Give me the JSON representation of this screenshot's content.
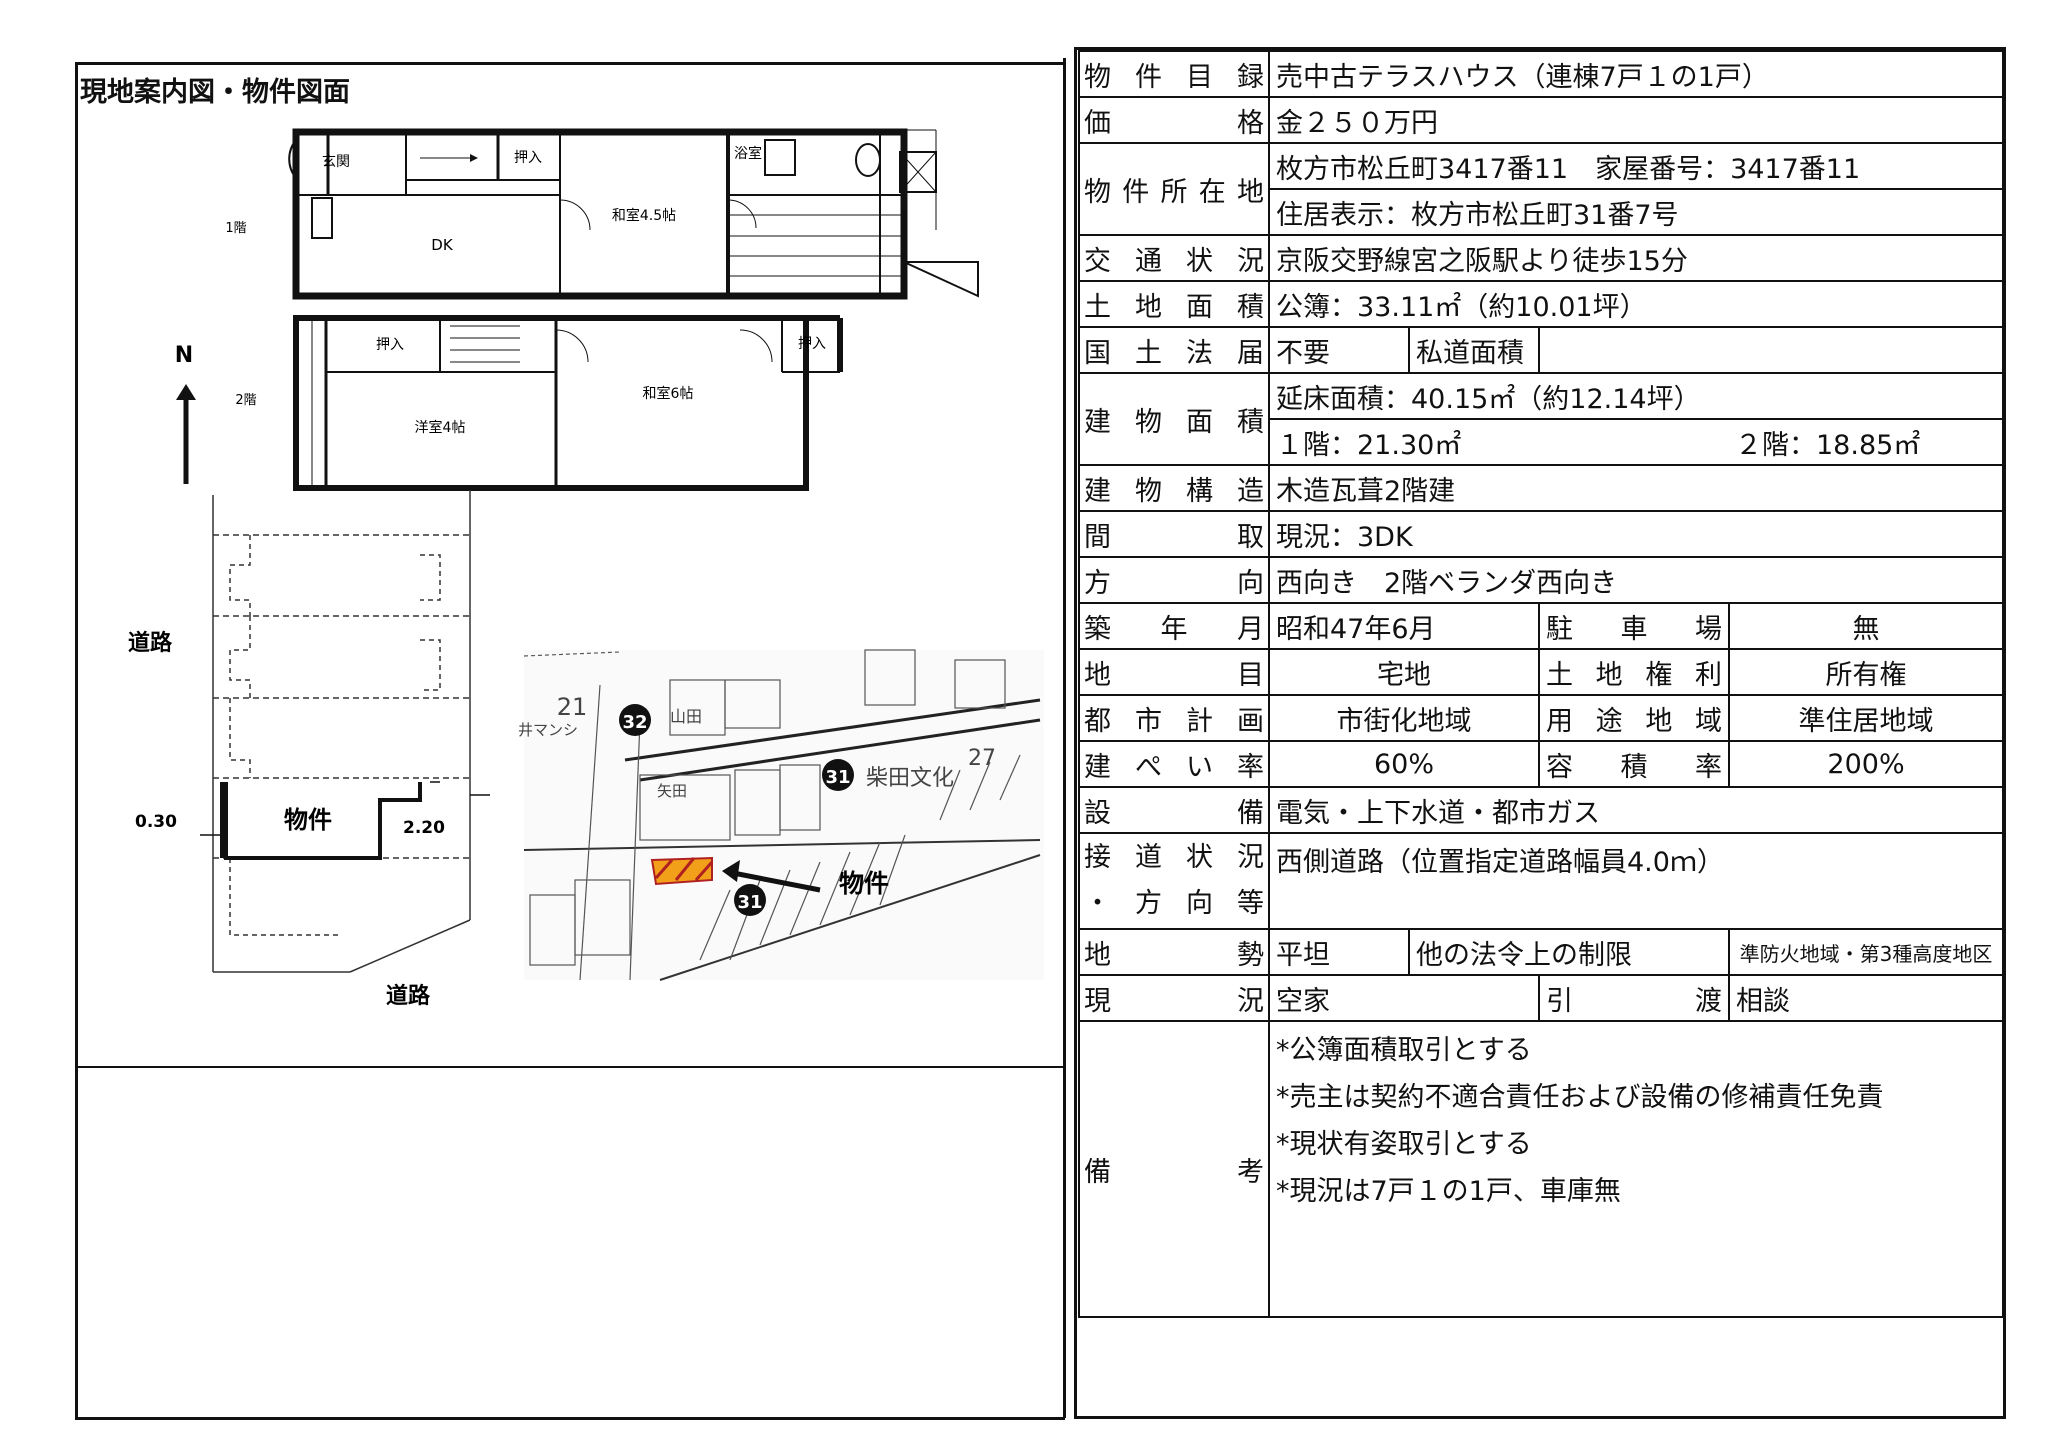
{
  "left": {
    "title": "現地案内図・物件図面",
    "plan": {
      "floor1": "1階",
      "floor2": "2階",
      "genkan": "玄関",
      "oshiire": "押入",
      "washitsu45": "和室4.5帖",
      "yokushitsu": "浴室",
      "dk": "DK",
      "youshitsu4": "洋室4帖",
      "washitsu6": "和室6帖",
      "north": "N"
    },
    "site": {
      "road_west": "道路",
      "road_south": "道路",
      "property": "物件",
      "dim_left": "0.30",
      "dim_right": "2.20"
    },
    "map": {
      "label_property": "物件",
      "badge_32": "32",
      "badge_31a": "31",
      "badge_31b": "31",
      "text_21": "21",
      "text_27": "27",
      "text_shibata": "柴田文化",
      "text_yada": "矢田",
      "text_mansion": "井マンシ",
      "text_yamada": "山田"
    }
  },
  "table": {
    "bukken_mokuroku": {
      "label": "物件目録",
      "value": "売中古テラスハウス（連棟7戸１の1戸）"
    },
    "kakaku": {
      "label1": "価",
      "label2": "格",
      "value": "金２５０万円"
    },
    "shozaichi": {
      "label": "物件所在地",
      "value1": "枚方市松丘町3417番11　家屋番号：3417番11",
      "value2": "住居表示：枚方市松丘町31番7号"
    },
    "koutsu": {
      "label": "交通状況",
      "value": "京阪交野線宮之阪駅より徒歩15分"
    },
    "tochi_menseki": {
      "label": "土地面積",
      "value": "公簿：33.11㎡（約10.01坪）"
    },
    "kokudo": {
      "label": "国土法届",
      "value": "不要",
      "sub_label": "私道面積",
      "sub_value": ""
    },
    "tatemono_menseki": {
      "label": "建物面積",
      "value1": "延床面積：40.15㎡（約12.14坪）",
      "value2a": "１階：21.30㎡",
      "value2b": "２階：18.85㎡"
    },
    "kouzou": {
      "label": "建物構造",
      "value": "木造瓦葺2階建"
    },
    "madori": {
      "label1": "間",
      "label2": "取",
      "value": "現況：3DK"
    },
    "houkou": {
      "label1": "方",
      "label2": "向",
      "value": "西向き　2階ベランダ西向き"
    },
    "chikunen": {
      "label": "築年月",
      "value": "昭和47年6月",
      "sub_label": "駐車場",
      "sub_value": "無"
    },
    "chimoku": {
      "label1": "地",
      "label2": "目",
      "value": "宅地",
      "sub_label": "土地権利",
      "sub_value": "所有権"
    },
    "toshi": {
      "label": "都市計画",
      "value": "市街化地域",
      "sub_label": "用途地域",
      "sub_value": "準住居地域"
    },
    "kenpei": {
      "label": "建ぺい率",
      "value": "60%",
      "sub_label": "容積率",
      "sub_value": "200%"
    },
    "setsubi": {
      "label1": "設",
      "label2": "備",
      "value": "電気・上下水道・都市ガス"
    },
    "setsudou": {
      "label1": "接道状況",
      "label2": "・方向等",
      "value": "西側道路（位置指定道路幅員4.0ｍ）"
    },
    "chisei": {
      "label1": "地",
      "label2": "勢",
      "value": "平坦",
      "sub_label": "他の法令上の制限",
      "sub_value": "準防火地域・第3種高度地区"
    },
    "genkyou": {
      "label1": "現",
      "label2": "況",
      "value": "空家",
      "sub_label1": "引",
      "sub_label2": "渡",
      "sub_value": "相談"
    },
    "bikou": {
      "label1": "備",
      "label2": "考",
      "notes": [
        "*公簿面積取引とする",
        "*売主は契約不適合責任および設備の修補責任免責",
        "*現状有姿取引とする",
        "*現況は7戸１の1戸、車庫無"
      ]
    }
  }
}
